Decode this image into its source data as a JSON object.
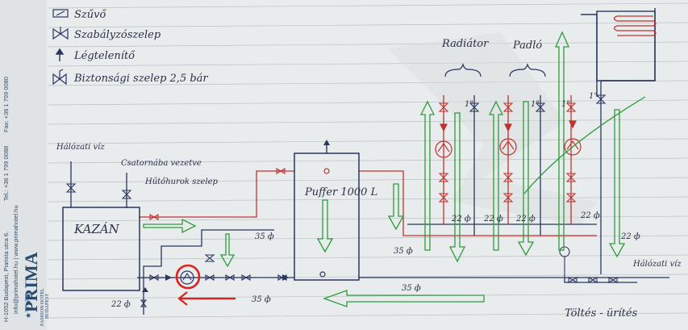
{
  "legend": [
    {
      "icon": "nozzle-symbol-icon",
      "text": "Szűvő"
    },
    {
      "icon": "control-valve-symbol-icon",
      "text": "Szabályzószelep"
    },
    {
      "icon": "air-vent-symbol-icon",
      "text": "Légtelenítő"
    },
    {
      "icon": "safety-valve-symbol-icon",
      "text": "Biztonsági szelep 2,5 bár"
    }
  ],
  "hotel_sidebar": {
    "address": "H-1052 Budapest, Piarista utca 6.",
    "phone": "Tel.: +36 1 799 0088",
    "fax": "Fax: +36 1 799 0080",
    "email_web": "info@primahotel.hu | www.primahotel.hu",
    "brand_top": "PRIMA",
    "brand_sub1": "FASHION HOTEL",
    "brand_sub2": "BUDAPEST",
    "stars": "★★★★"
  },
  "labels": {
    "radiator": "Radiátor",
    "floor": "Padló",
    "mains_water_left": "Hálózati víz",
    "mains_water_right": "Hálózati víz",
    "drain_line": "Csatornába vezetve",
    "cooling_loop_valve": "Hűtőhurok szelep",
    "boiler": "KAZÁN",
    "buffer": "Puffer 1000 L",
    "fill_drain": "Töltés - ürítés",
    "pipe_35_a": "35 ф",
    "pipe_35_b": "35 ф",
    "pipe_35_c": "35 ф",
    "pipe_35_d": "35 ф",
    "pipe_22_boiler": "22 ф",
    "pipe_22_1": "22 ф",
    "pipe_22_2": "22 ф",
    "pipe_22_3": "22 ф",
    "pipe_22_4": "22 ф",
    "pipe_22_5": "22 ф",
    "valve_mark_1": "1\"",
    "valve_mark_2": "1\"",
    "valve_mark_3": "1\"",
    "valve_mark_4": "1\""
  },
  "colors": {
    "paper": "#e9ecec",
    "ink_blue": "#2a3560",
    "ink_red": "#c0322e",
    "flow_green": "#2e9b3c",
    "highlight_red": "#e02020"
  }
}
